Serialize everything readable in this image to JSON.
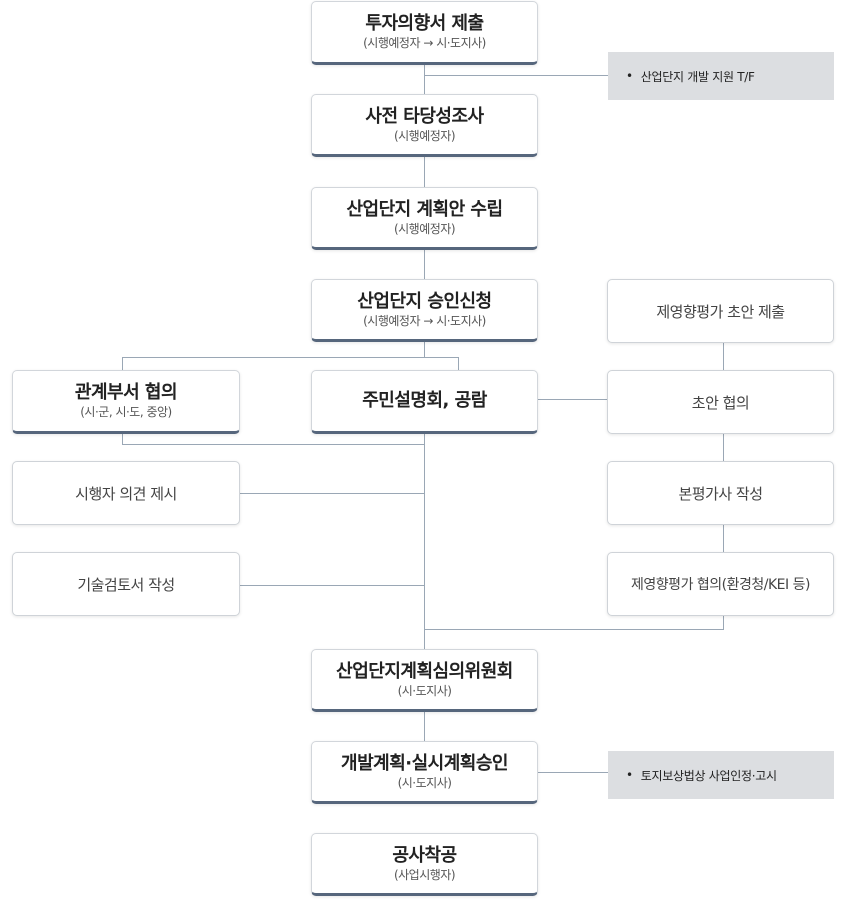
{
  "steps": {
    "s1": {
      "title": "투자의향서 제출",
      "sub": "(시행예정자 → 시·도지사)"
    },
    "s2": {
      "title": "사전 타당성조사",
      "sub": "(시행예정자)"
    },
    "s3": {
      "title": "산업단지 계획안 수립",
      "sub": "(시행예정자)"
    },
    "s4": {
      "title": "산업단지 승인신청",
      "sub": "(시행예정자 → 시·도지사)"
    },
    "s5": {
      "title": "관계부서 협의",
      "sub": "(시·군, 시·도, 중앙)"
    },
    "s6": {
      "title": "주민설명회, 공람"
    },
    "s7": {
      "title": "시행자 의견 제시"
    },
    "s8": {
      "title": "기술검토서 작성"
    },
    "s9": {
      "title": "산업단지계획심의위원회",
      "sub": "(시·도지사)"
    },
    "s10": {
      "title": "개발계획·실시계획승인",
      "sub": "(시·도지사)"
    },
    "s11": {
      "title": "공사착공",
      "sub": "(사업시행자)"
    }
  },
  "env": {
    "e1": "제영향평가 초안 제출",
    "e2": "초안 협의",
    "e3": "본평가사 작성",
    "e4": "제영향평가 협의(환경청/KEI 등)"
  },
  "notes": {
    "n1": "산업단지 개발 지원 T/F",
    "n2": "토지보상법상 사업인정·고시",
    "bullet": "•"
  }
}
